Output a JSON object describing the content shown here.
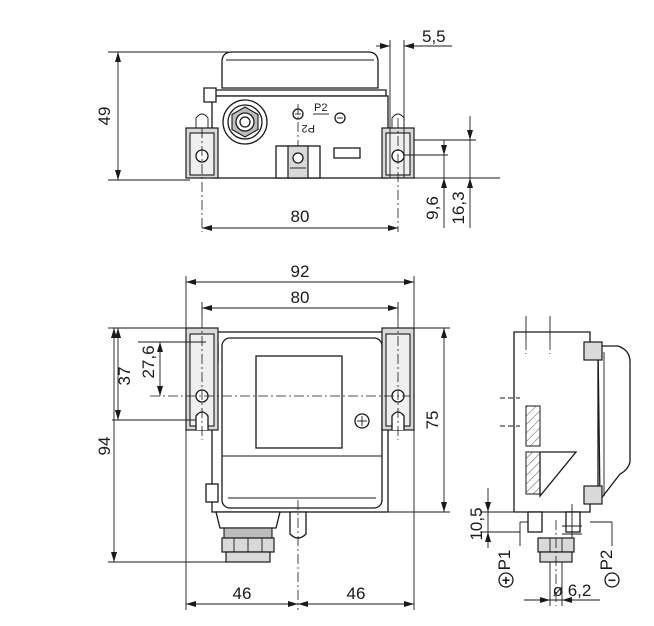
{
  "dimensions": {
    "top_height": "49",
    "top_offset": "5,5",
    "top_width": "80",
    "top_side_9_6": "9,6",
    "top_side_16_3": "16,3",
    "front_overall_width": "92",
    "front_mount_width": "80",
    "front_height_37": "37",
    "front_height_27_6": "27,6",
    "front_overall_height": "94",
    "front_mount_height": "75",
    "front_left_half": "46",
    "front_right_half": "46",
    "side_port_offset": "10,5",
    "side_port_diameter": "ø 6,2"
  },
  "labels": {
    "top_port_p2": "P2",
    "top_port_p2_mirrored": "P2",
    "side_port_p1": "P1",
    "side_port_p2": "P2",
    "side_plus": "+",
    "side_minus": "−"
  }
}
